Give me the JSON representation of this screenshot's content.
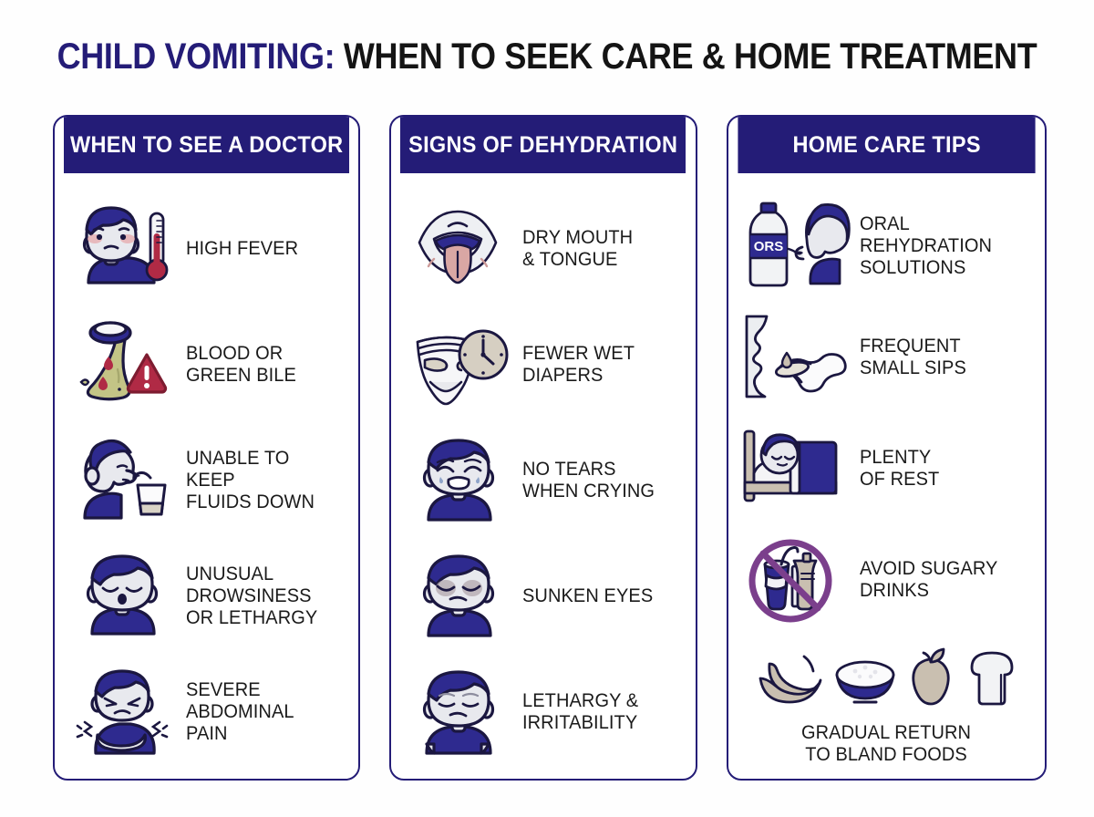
{
  "title": {
    "accent": "CHILD VOMITING:",
    "rest": " WHEN TO SEEK CARE & HOME TREATMENT"
  },
  "colors": {
    "navy": "#241c77",
    "indigo": "#2e2a8f",
    "text": "#1a1a1a",
    "skin": "#e8e9ee",
    "crimson": "#b02a45",
    "bile": "#c3c486",
    "tan": "#c9bfb0",
    "purple": "#7b3f8c",
    "white": "#ffffff"
  },
  "columns": [
    {
      "header": "WHEN TO SEE A DOCTOR",
      "items": [
        {
          "icon": "feverish-child-thermometer-icon",
          "label": "HIGH FEVER"
        },
        {
          "icon": "vomit-bile-blood-warning-icon",
          "label": "BLOOD OR\nGREEN BILE"
        },
        {
          "icon": "child-refusing-fluids-icon",
          "label": "UNABLE TO KEEP\nFLUIDS DOWN"
        },
        {
          "icon": "drowsy-child-icon",
          "label": "UNUSUAL\nDROWSINESS\nOR LETHARGY"
        },
        {
          "icon": "abdominal-pain-child-icon",
          "label": "SEVERE\nABDOMINAL\nPAIN"
        }
      ]
    },
    {
      "header": "SIGNS OF DEHYDRATION",
      "items": [
        {
          "icon": "dry-mouth-tongue-icon",
          "label": "DRY MOUTH\n& TONGUE"
        },
        {
          "icon": "diaper-clock-icon",
          "label": "FEWER WET\nDIAPERS"
        },
        {
          "icon": "crying-no-tears-icon",
          "label": "NO TEARS\nWHEN CRYING"
        },
        {
          "icon": "sunken-eyes-icon",
          "label": "SUNKEN EYES"
        },
        {
          "icon": "lethargic-child-icon",
          "label": "LETHARGY &\nIRRITABILITY"
        }
      ]
    },
    {
      "header": "HOME CARE TIPS",
      "items": [
        {
          "icon": "ors-bottle-child-icon",
          "label": "ORAL\nREHYDRATION\nSOLUTIONS"
        },
        {
          "icon": "spoon-sips-icon",
          "label": "FREQUENT\nSMALL SIPS"
        },
        {
          "icon": "sleeping-child-bed-icon",
          "label": "PLENTY\nOF REST"
        },
        {
          "icon": "no-sugary-drinks-icon",
          "label": "AVOID SUGARY\nDRINKS"
        },
        {
          "icon": "bland-foods-icon",
          "label": "GRADUAL RETURN\nTO BLAND FOODS",
          "stacked": true
        }
      ]
    }
  ],
  "icon_details": {
    "ors_bottle_text": "ORS"
  }
}
